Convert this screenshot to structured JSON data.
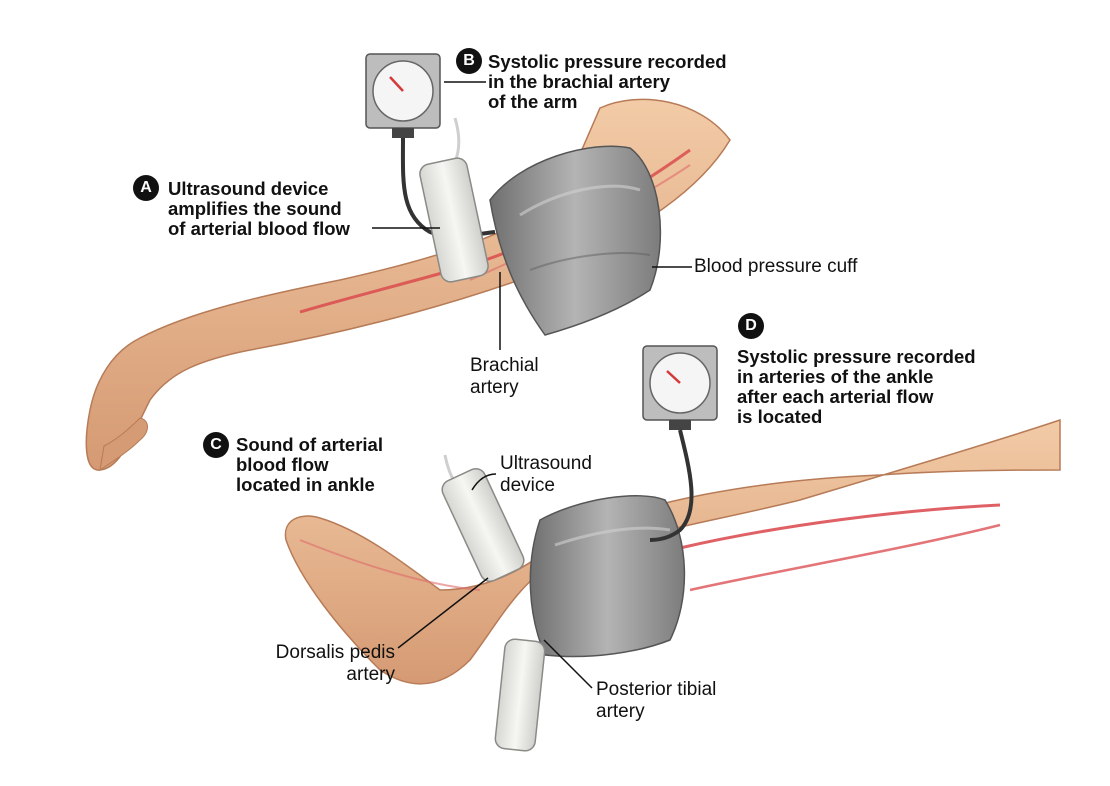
{
  "steps": [
    {
      "letter": "A",
      "lines": [
        "Ultrasound device",
        "amplifies the sound",
        "of arterial blood flow"
      ]
    },
    {
      "letter": "B",
      "lines": [
        "Systolic pressure recorded",
        "in the brachial artery",
        "of the arm"
      ]
    },
    {
      "letter": "C",
      "lines": [
        "Sound of arterial",
        "blood flow",
        "located in ankle"
      ]
    },
    {
      "letter": "D",
      "lines": [
        "Systolic pressure recorded",
        "in arteries of the ankle",
        "after each arterial flow",
        "is located"
      ]
    }
  ],
  "labels": {
    "cuff": "Blood pressure cuff",
    "brachial": [
      "Brachial",
      "artery"
    ],
    "ultrasound": [
      "Ultrasound",
      "device"
    ],
    "dorsalis": [
      "Dorsalis pedis",
      "artery"
    ],
    "tibial": [
      "Posterior tibial",
      "artery"
    ]
  },
  "colors": {
    "skin": "#e8b991",
    "skin_shadow": "#c98f67",
    "artery": "#d9454a",
    "cuff": "#8e8e8e",
    "gauge_box": "#bdbdbd",
    "probe": "#e9e9e6"
  }
}
